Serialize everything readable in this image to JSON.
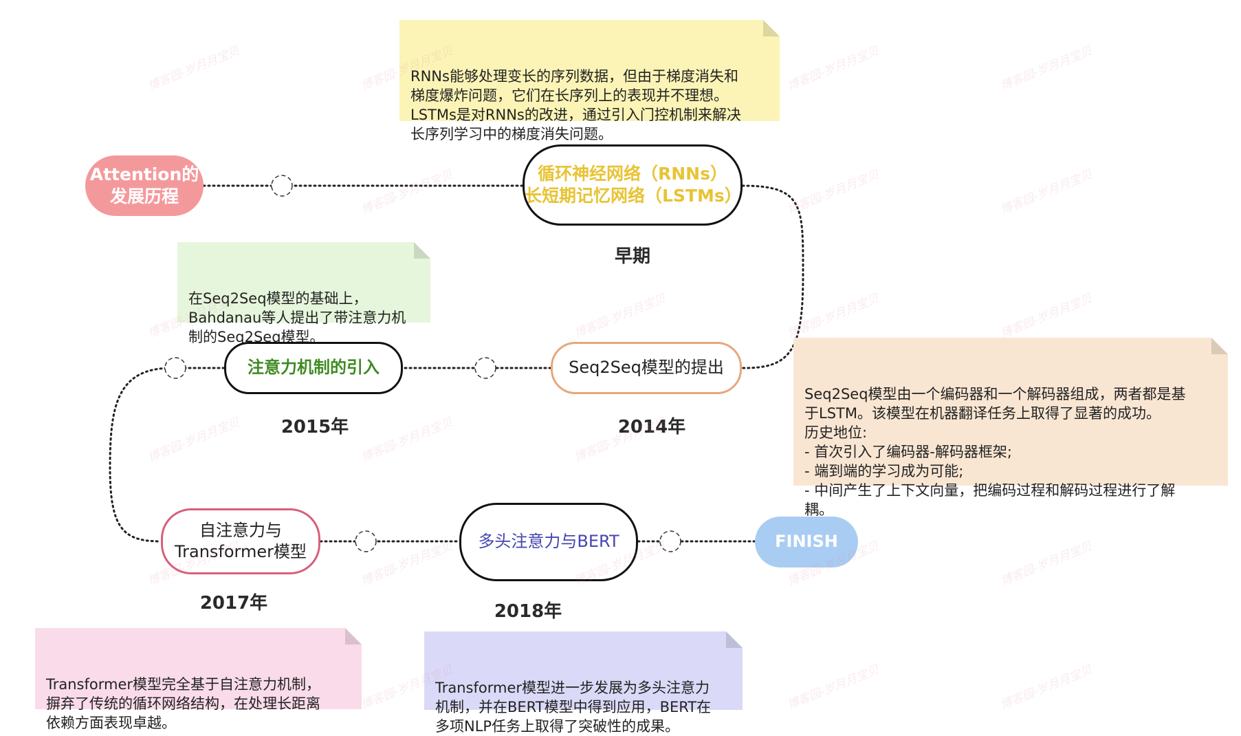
{
  "start_node": {
    "lines": [
      "Attention的",
      "发展历程"
    ]
  },
  "finish_node": {
    "label": "FINISH"
  },
  "nodes": {
    "rnn": {
      "lines": [
        "循环神经网络（RNNs）",
        "长短期记忆网络（LSTMs）"
      ]
    },
    "seq2seq": {
      "lines": [
        "Seq2Seq模型的提出"
      ]
    },
    "attention": {
      "lines": [
        "注意力机制的引入"
      ]
    },
    "transformer": {
      "lines": [
        "自注意力与",
        "Transformer模型"
      ]
    },
    "bert": {
      "lines": [
        "多头注意力与BERT"
      ]
    }
  },
  "years": {
    "rnn": "早期",
    "seq2seq": "2014年",
    "attention": "2015年",
    "transformer": "2017年",
    "bert": "2018年"
  },
  "notes": {
    "rnn": "RNNs能够处理变长的序列数据，但由于梯度消失和\n梯度爆炸问题，它们在长序列上的表现并不理想。\nLSTMs是对RNNs的改进，通过引入门控机制来解决\n长序列学习中的梯度消失问题。",
    "seq2seq": "Seq2Seq模型由一个编码器和一个解码器组成，两者都是基\n于LSTM。该模型在机器翻译任务上取得了显著的成功。\n历史地位:\n- 首次引入了编码器-解码器框架;\n- 端到端的学习成为可能;\n- 中间产生了上下文向量，把编码过程和解码过程进行了解\n耦。",
    "bahdanau": "在Seq2Seq模型的基础上，\nBahdanau等人提出了带注意力机\n制的Seq2Seq模型。",
    "transformer": "Transformer模型完全基于自注意力机制，\n摒弃了传统的循环网络结构，在处理长距离\n依赖方面表现卓越。",
    "bert": "Transformer模型进一步发展为多头注意力\n机制，并在BERT模型中得到应用，BERT在\n多项NLP任务上取得了突破性的成果。"
  },
  "watermark": "博客园-岁月月宝贝",
  "colors": {
    "start": "#f4999b",
    "finish": "#a9ccf3",
    "rnn_text": "#e8c335",
    "attention_text": "#3f8b22",
    "bert_text": "#4444b0",
    "seq2seq_border": "#e6a77c",
    "transformer_border": "#d85e7c"
  }
}
